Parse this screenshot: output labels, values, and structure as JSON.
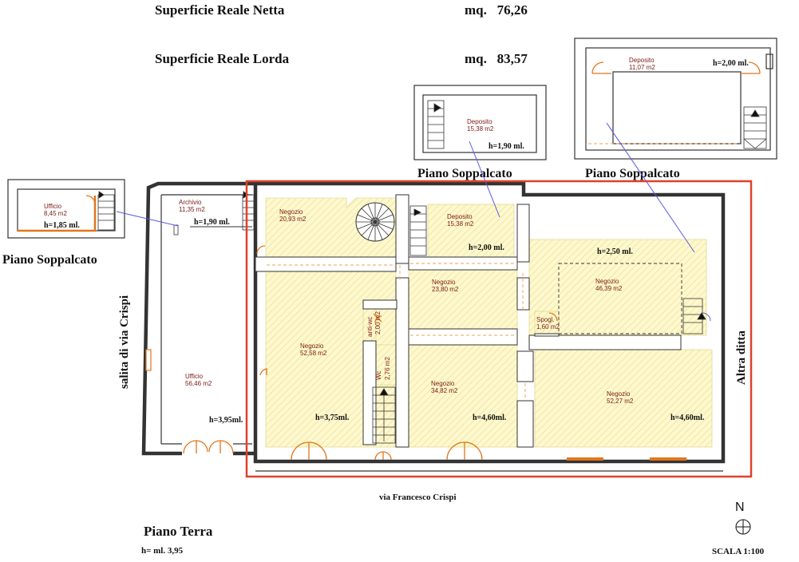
{
  "header": {
    "net_label": "Superficie Reale Netta",
    "net_value": "mq.   76,26",
    "gross_label": "Superficie Reale Lorda",
    "gross_value": "mq.   83,57"
  },
  "mezzanines": {
    "label": "Piano Soppalcato",
    "middle": {
      "room": "Deposito",
      "area": "15,38 m2",
      "height": "h=1,90 ml."
    },
    "right": {
      "room": "Deposito",
      "area": "11,07 m2",
      "height": "h=2,00 ml."
    },
    "left": {
      "room": "Ufficio",
      "area": "8,45 m2",
      "height": "h=1,85 ml."
    }
  },
  "ground": {
    "archivio": {
      "room": "Archivio",
      "area": "11,35 m2",
      "height": "h=1,90 ml."
    },
    "ufficio": {
      "room": "Ufficio",
      "area": "56,46 m2",
      "height": "h=3,95ml."
    },
    "negozio_1": {
      "room": "Negozio",
      "area": "20,93 m2"
    },
    "negozio_2": {
      "room": "Negozio",
      "area": "52,58 m2",
      "height": "h=3,75ml."
    },
    "deposito": {
      "room": "Deposito",
      "area": "15,38 m2",
      "height": "h=2,00 ml."
    },
    "negozio_3": {
      "room": "Negozio",
      "area": "23,80 m2"
    },
    "negozio_4": {
      "room": "Negozio",
      "area": "34,82 m2",
      "height": "h=4,60ml."
    },
    "negozio_5": {
      "room": "Negozio",
      "area": "46,39 m2",
      "height": "h=2,50 ml."
    },
    "negozio_6": {
      "room": "Negozio",
      "area": "52,27 m2",
      "height": "h=4,60ml."
    },
    "antiwc": {
      "room": "anti-wc",
      "area": "2,00 m2"
    },
    "wc": {
      "room": "Wc",
      "area": "2,76 m2"
    },
    "spogl": {
      "room": "Spogl.",
      "area": "1,60 m2"
    }
  },
  "streets": {
    "left": "salita di via Crispi",
    "bottom": "via Francesco Crispi",
    "right": "Altra ditta"
  },
  "footer": {
    "floor_title": "Piano Terra",
    "floor_height": "h= ml. 3,95",
    "north": "N",
    "scale": "SCALA 1:100"
  },
  "colors": {
    "highlight": "#e0402a",
    "hatch": "#f3e88a",
    "door": "#e2761c",
    "leader": "#5a5ae0",
    "room_text": "#7a1a14"
  }
}
